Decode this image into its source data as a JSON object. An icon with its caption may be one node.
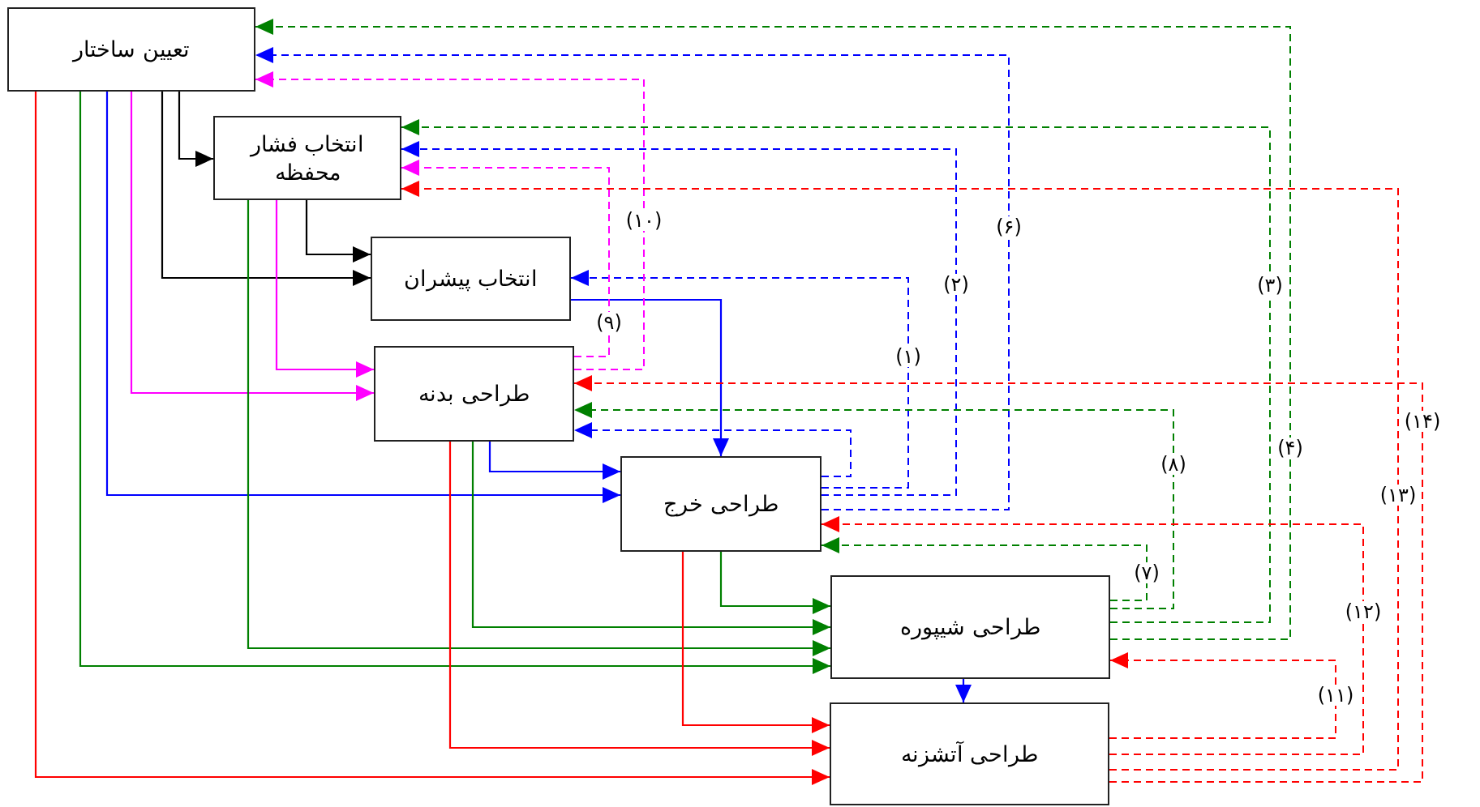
{
  "diagram": {
    "nodes": [
      {
        "text": [
          "تعیین ساختار"
        ]
      },
      {
        "text": [
          "انتخاب فشار محفظه"
        ]
      },
      {
        "text": [
          "انتخاب پیشران"
        ]
      },
      {
        "text": [
          "طراحی بدنه"
        ]
      },
      {
        "text": [
          "طراحی خرج"
        ]
      },
      {
        "text": [
          "طراحی شیپوره"
        ]
      },
      {
        "text": [
          "طراحی آتشزنه"
        ]
      }
    ],
    "edges": [
      {
        "from": 0,
        "to": 1,
        "arrow": "to",
        "color": "#000000"
      },
      {
        "from": 0,
        "to": 2,
        "arrow": "to",
        "color": "#000000"
      },
      {
        "from": 1,
        "to": 2,
        "arrow": "to",
        "color": "#000000"
      },
      {
        "from": 0,
        "to": 3,
        "arrow": "to",
        "color": "#ff00ff"
      },
      {
        "from": 1,
        "to": 3,
        "arrow": "to",
        "color": "#ff00ff"
      },
      {
        "from": 0,
        "to": 4,
        "arrow": "to",
        "color": "#0000ff"
      },
      {
        "from": 2,
        "to": 4,
        "arrow": "to",
        "color": "#0000ff"
      },
      {
        "from": 3,
        "to": 4,
        "arrow": "to",
        "color": "#0000ff"
      },
      {
        "from": 0,
        "to": 5,
        "arrow": "to",
        "color": "#008000"
      },
      {
        "from": 1,
        "to": 5,
        "arrow": "to",
        "color": "#008000"
      },
      {
        "from": 3,
        "to": 5,
        "arrow": "to",
        "color": "#008000"
      },
      {
        "from": 4,
        "to": 5,
        "arrow": "to",
        "color": "#008000"
      },
      {
        "from": 5,
        "to": 6,
        "arrow": "to",
        "color": "#0000ff"
      },
      {
        "from": 0,
        "to": 6,
        "arrow": "to",
        "color": "#ff0000"
      },
      {
        "from": 3,
        "to": 6,
        "arrow": "to",
        "color": "#ff0000"
      },
      {
        "from": 4,
        "to": 6,
        "arrow": "to",
        "color": "#ff0000"
      },
      {
        "from": 4,
        "to": 3,
        "arrow": "to",
        "style": "dashed",
        "color": "#0000ff"
      },
      {
        "from": 4,
        "to": 2,
        "arrow": "to",
        "label": "(۱)",
        "style": "dashed",
        "color": "#0000ff"
      },
      {
        "from": 4,
        "to": 1,
        "arrow": "to",
        "label": "(۲)",
        "style": "dashed",
        "color": "#0000ff"
      },
      {
        "from": 4,
        "to": 0,
        "arrow": "to",
        "label": "(۶)",
        "style": "dashed",
        "color": "#0000ff"
      },
      {
        "from": 3,
        "to": 1,
        "arrow": "to",
        "label": "(۹)",
        "style": "dashed",
        "color": "#ff00ff"
      },
      {
        "from": 3,
        "to": 0,
        "arrow": "to",
        "label": "(۱۰)",
        "style": "dashed",
        "color": "#ff00ff"
      },
      {
        "from": 5,
        "to": 4,
        "arrow": "to",
        "label": "(۷)",
        "style": "dashed",
        "color": "#008000"
      },
      {
        "from": 5,
        "to": 3,
        "arrow": "to",
        "label": "(۸)",
        "style": "dashed",
        "color": "#008000"
      },
      {
        "from": 5,
        "to": 1,
        "arrow": "to",
        "label": "(۳)",
        "style": "dashed",
        "color": "#008000"
      },
      {
        "from": 5,
        "to": 0,
        "arrow": "to",
        "label": "(۴)",
        "style": "dashed",
        "color": "#008000"
      },
      {
        "from": 6,
        "to": 5,
        "arrow": "to",
        "label": "(۱۱)",
        "style": "dashed",
        "color": "#ff0000"
      },
      {
        "from": 6,
        "to": 4,
        "arrow": "to",
        "label": "(۱۲)",
        "style": "dashed",
        "color": "#ff0000"
      },
      {
        "from": 6,
        "to": 1,
        "arrow": "to",
        "label": "(۱۳)",
        "style": "dashed",
        "color": "#ff0000"
      },
      {
        "from": 6,
        "to": 3,
        "arrow": "to",
        "label": "(۱۴)",
        "style": "dashed",
        "color": "#ff0000"
      }
    ]
  }
}
